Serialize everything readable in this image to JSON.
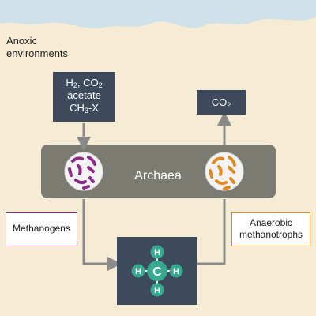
{
  "environment": {
    "label_line1": "Anoxic",
    "label_line2": "environments"
  },
  "substrates": {
    "h2_main": "H",
    "h2_sub": "2",
    "sep": ", ",
    "co2_main": "CO",
    "co2_sub": "2",
    "acetate": "acetate",
    "ch3x_main": "CH",
    "ch3x_sub": "3",
    "ch3x_tail": "-X"
  },
  "product": {
    "main": "CO",
    "sub": "2"
  },
  "archaea": {
    "label": "Archaea"
  },
  "methanogens": {
    "label": "Methanogens"
  },
  "methanotrophs": {
    "label_line1": "Anaerobic",
    "label_line2": "methanotrophs"
  },
  "methane": {
    "center_atom": "C",
    "h_atoms": [
      "H",
      "H",
      "H",
      "H"
    ]
  },
  "colors": {
    "background": "#f6ecd5",
    "water": "#cfe2ea",
    "dark_box": "#3c4a5c",
    "archaea_band": "#7b7b72",
    "methanogen_purple": "#8d2a8b",
    "methanotroph_orange": "#e08a22",
    "methane_teal": "#37a98e",
    "arrow": "#8a8a8a"
  }
}
